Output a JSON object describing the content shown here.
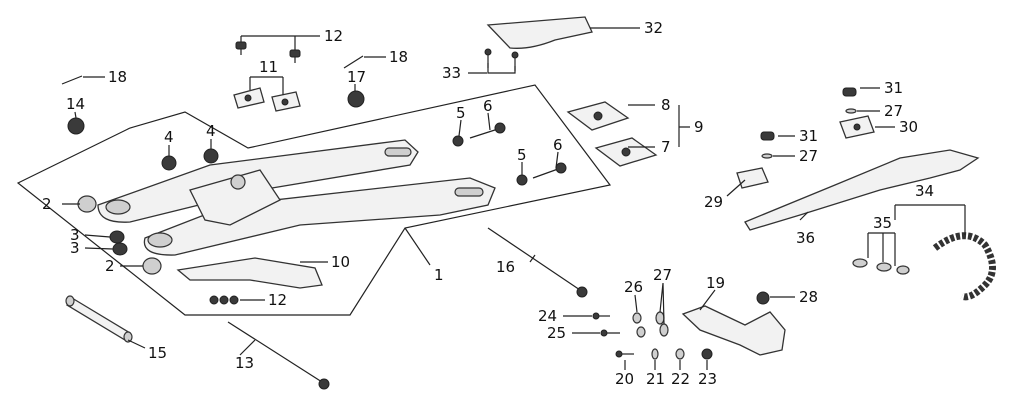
{
  "diagram": {
    "callouts": [
      {
        "id": "1",
        "text": "1"
      },
      {
        "id": "2a",
        "text": "2"
      },
      {
        "id": "2b",
        "text": "2"
      },
      {
        "id": "3a",
        "text": "3"
      },
      {
        "id": "3b",
        "text": "3"
      },
      {
        "id": "4a",
        "text": "4"
      },
      {
        "id": "4b",
        "text": "4"
      },
      {
        "id": "5a",
        "text": "5"
      },
      {
        "id": "5b",
        "text": "5"
      },
      {
        "id": "6a",
        "text": "6"
      },
      {
        "id": "6b",
        "text": "6"
      },
      {
        "id": "7",
        "text": "7"
      },
      {
        "id": "8",
        "text": "8"
      },
      {
        "id": "9",
        "text": "9"
      },
      {
        "id": "10",
        "text": "10"
      },
      {
        "id": "11",
        "text": "11"
      },
      {
        "id": "12a",
        "text": "12"
      },
      {
        "id": "12b",
        "text": "12"
      },
      {
        "id": "13",
        "text": "13"
      },
      {
        "id": "14",
        "text": "14"
      },
      {
        "id": "15",
        "text": "15"
      },
      {
        "id": "16",
        "text": "16"
      },
      {
        "id": "17",
        "text": "17"
      },
      {
        "id": "18a",
        "text": "18"
      },
      {
        "id": "18b",
        "text": "18"
      },
      {
        "id": "19",
        "text": "19"
      },
      {
        "id": "20",
        "text": "20"
      },
      {
        "id": "21",
        "text": "21"
      },
      {
        "id": "22",
        "text": "22"
      },
      {
        "id": "23",
        "text": "23"
      },
      {
        "id": "24",
        "text": "24"
      },
      {
        "id": "25",
        "text": "25"
      },
      {
        "id": "26",
        "text": "26"
      },
      {
        "id": "27a",
        "text": "27"
      },
      {
        "id": "27b",
        "text": "27"
      },
      {
        "id": "27c",
        "text": "27"
      },
      {
        "id": "28",
        "text": "28"
      },
      {
        "id": "29",
        "text": "29"
      },
      {
        "id": "30",
        "text": "30"
      },
      {
        "id": "31a",
        "text": "31"
      },
      {
        "id": "31b",
        "text": "31"
      },
      {
        "id": "32",
        "text": "32"
      },
      {
        "id": "33",
        "text": "33"
      },
      {
        "id": "34",
        "text": "34"
      },
      {
        "id": "35",
        "text": "35"
      },
      {
        "id": "36",
        "text": "36"
      }
    ]
  }
}
